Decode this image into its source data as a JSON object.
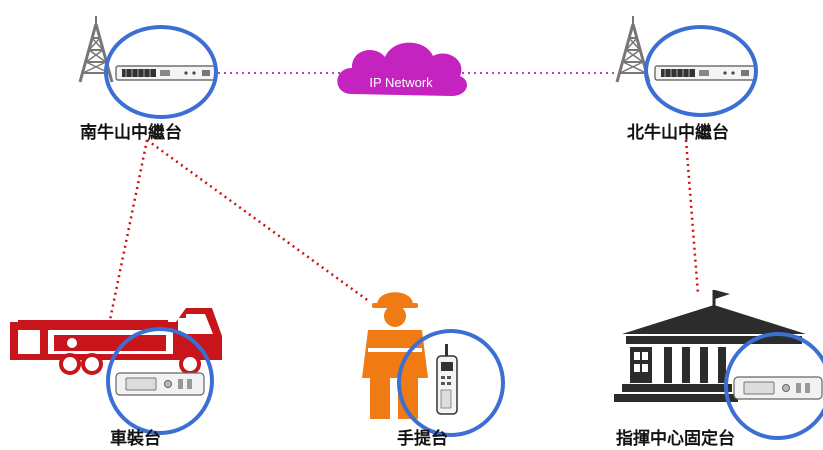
{
  "cloud": {
    "label": "IP Network"
  },
  "nodes": {
    "repeater_south": {
      "label": "南牛山中繼台"
    },
    "repeater_north": {
      "label": "北牛山中繼台"
    },
    "vehicle": {
      "label": "車裝台"
    },
    "handheld": {
      "label": "手提台"
    },
    "command_center": {
      "label": "指揮中心固定台"
    }
  },
  "colors": {
    "ring": "#3b6fd1",
    "ip_link": "#cc33cc",
    "radio_link": "#cc1111",
    "cloud": "#c423bf",
    "truck": "#c8141b",
    "firefighter": "#f07a14",
    "building": "#2c2c2c",
    "tower": "#777777"
  }
}
